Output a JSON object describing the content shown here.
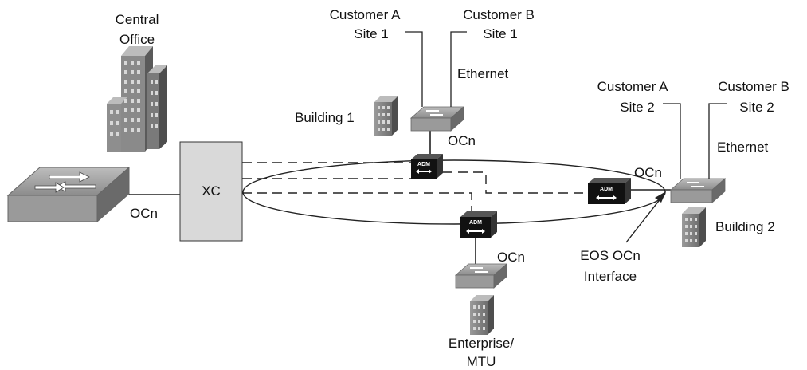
{
  "labels": {
    "central_office_1": "Central",
    "central_office_2": "Office",
    "xc": "XC",
    "ocn_left": "OCn",
    "cust_a_site1_l1": "Customer A",
    "cust_a_site1_l2": "Site 1",
    "cust_b_site1_l1": "Customer B",
    "cust_b_site1_l2": "Site 1",
    "ethernet_top": "Ethernet",
    "building1": "Building 1",
    "ocn_top": "OCn",
    "cust_a_site2_l1": "Customer A",
    "cust_a_site2_l2": "Site 2",
    "cust_b_site2_l1": "Customer B",
    "cust_b_site2_l2": "Site 2",
    "ethernet_right": "Ethernet",
    "ocn_right": "OCn",
    "building2": "Building 2",
    "eos_l1": "EOS OCn",
    "eos_l2": "Interface",
    "ocn_bottom": "OCn",
    "enterprise_l1": "Enterprise/",
    "enterprise_l2": "MTU",
    "adm": "ADM"
  },
  "icons": {
    "central_office": "office-tower-icon",
    "core_switch": "ethernet-switch-icon",
    "cross_connect": "cross-connect-box",
    "adm_node": "adm-multiplexer-icon",
    "edge_switch": "ethernet-switch-icon",
    "building": "building-icon"
  }
}
